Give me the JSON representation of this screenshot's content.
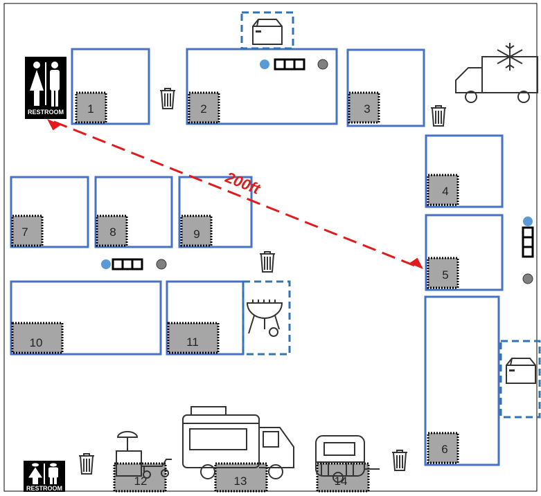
{
  "booths": [
    {
      "id": 1,
      "label": "1"
    },
    {
      "id": 2,
      "label": "2"
    },
    {
      "id": 3,
      "label": "3"
    },
    {
      "id": 4,
      "label": "4"
    },
    {
      "id": 5,
      "label": "5"
    },
    {
      "id": 6,
      "label": "6"
    },
    {
      "id": 7,
      "label": "7"
    },
    {
      "id": 8,
      "label": "8"
    },
    {
      "id": 9,
      "label": "9"
    },
    {
      "id": 10,
      "label": "10"
    },
    {
      "id": 11,
      "label": "11"
    },
    {
      "id": 12,
      "label": "12"
    },
    {
      "id": 13,
      "label": "13"
    },
    {
      "id": 14,
      "label": "14"
    }
  ],
  "distance": {
    "label": "200ft"
  },
  "restroom": {
    "label": "RESTROOM"
  },
  "colors": {
    "booth": "#4472c4",
    "arrow": "#e31a1c",
    "label_fill": "#a6a6a6",
    "pole_blue": "#5b9bd5",
    "pole_gray": "#808080"
  },
  "icons": [
    "restroom-sign-icon",
    "trash-can-icon",
    "freezer-icon",
    "refrigerated-truck-icon",
    "grill-icon",
    "food-truck-icon",
    "food-cart-icon",
    "food-trailer-icon",
    "generator-rack-icon"
  ]
}
